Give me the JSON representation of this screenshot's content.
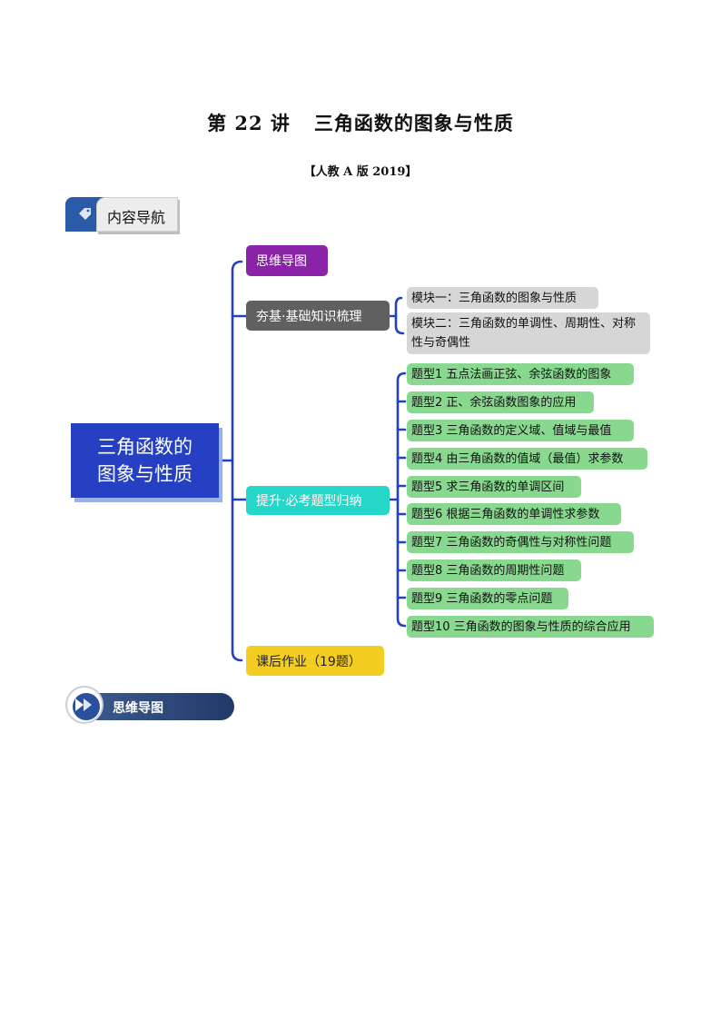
{
  "doc": {
    "title_part1": "第 22 讲",
    "title_part2": "三角函数的图象与性质",
    "subtitle": "【人教 A 版 2019】"
  },
  "nav_badge": {
    "label": "内容导航",
    "icon": "tag-icon"
  },
  "mindmap": {
    "root_line1": "三角函数的",
    "root_line2": "图象与性质",
    "branches": [
      {
        "label": "思维导图",
        "color": "#8b23a8"
      },
      {
        "label": "夯基·基础知识梳理",
        "color": "#606060",
        "children": [
          "模块一：三角函数的图象与性质",
          "模块二：三角函数的单调性、周期性、对称性与奇偶性"
        ]
      },
      {
        "label": "提升·必考题型归纳",
        "color": "#25d7c8",
        "children": [
          "题型1 五点法画正弦、余弦函数的图象",
          "题型2 正、余弦函数图象的应用",
          "题型3 三角函数的定义域、值域与最值",
          "题型4 由三角函数的值域（最值）求参数",
          "题型5 求三角函数的单调区间",
          "题型6 根据三角函数的单调性求参数",
          "题型7 三角函数的奇偶性与对称性问题",
          "题型8 三角函数的周期性问题",
          "题型9 三角函数的零点问题",
          "题型10 三角函数的图象与性质的综合应用"
        ]
      },
      {
        "label": "课后作业（19题）",
        "color": "#f4cd23"
      }
    ]
  },
  "section_badge": {
    "label": "思维导图",
    "icon": "double-arrow-icon"
  },
  "colors": {
    "connector": "#2540c2",
    "leaf_green": "#88d98f",
    "leaf_grey": "#d6d6d6"
  }
}
